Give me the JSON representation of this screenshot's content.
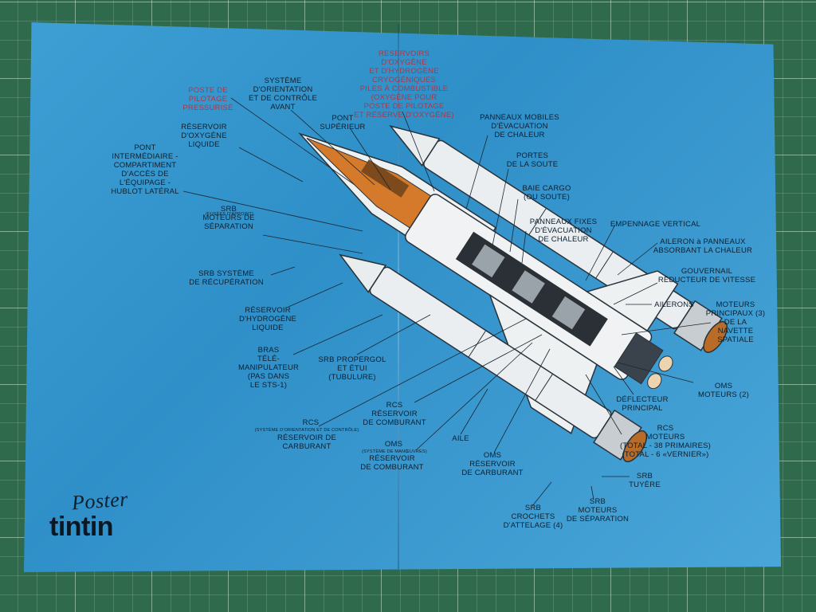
{
  "poster": {
    "brand_top": "Poster",
    "brand_bottom": "tintin",
    "colors": {
      "mat": "#2f6a4c",
      "poster_blue": "#3697cf",
      "label_dark": "#0e1f2e",
      "label_red": "#a83a4a",
      "shuttle_white": "#eef1f2",
      "nozzle_orange": "#d47a2a"
    }
  },
  "labels": {
    "reservoirs_oxygene": "RESERVOIRS\nD'OXYGÈNE\nET D'HYDROGÈNE CRYOGÉNIQUES\nPILES À COMBUSTIBLE\n(OXYGÈNE POUR\nPOSTE DE PILOTAGE\nET RÉSERVE D'OXYGÈNE)",
    "poste_pilotage": "POSTE DE\nPILOTAGE\nPRESSURISÉ",
    "systeme_orientation": "SYSTÈME\nD'ORIENTATION\nET DE CONTRÔLE\nAVANT",
    "pont_superieur": "PONT\nSUPÉRIEUR",
    "panneaux_mobiles": "PANNEAUX MOBILES\nD'ÉVACUATION\nDE CHALEUR",
    "reservoir_oxygene_liquide": "RÉSERVOIR\nD'OXYGÈNE\nLIQUIDE",
    "pont_intermediaire": "PONT\nINTERMÉDIAIRE -\nCOMPARTIMENT\nD'ACCÈS DE\nL'ÉQUIPAGE -\nHUBLOT LATÉRAL",
    "portes_soute": "PORTES\nDE LA SOUTE",
    "baie_cargo": "BAIE CARGO\n(OU SOUTE)",
    "srb_fusees": "(FUSÉES D'APPOINT)",
    "srb_moteurs_sep": "SRB\nMOTEURS DE\nSÉPARATION",
    "panneaux_fixes": "PANNEAUX FIXES\nD'ÉVACUATION\nDE CHALEUR",
    "empennage": "EMPENNAGE VERTICAL",
    "aileron_panneaux": "AILERON à PANNEAUX\nABSORBANT LA CHALEUR",
    "srb_recuperation": "SRB SYSTÈME\nDE RÉCUPÉRATION",
    "gouvernail": "GOUVERNAIL\nRÉDUCTEUR DE VITESSE",
    "reservoir_hydrogene": "RÉSERVOIR\nD'HYDROGÈNE\nLIQUIDE",
    "ailerons": "AILERONS",
    "moteurs_principaux": "MOTEURS\nPRINCIPAUX (3)\nDE LA\nNAVETTE\nSPATIALE",
    "bras": "BRAS\nTÉLÉ-\nMANIPULATEUR\n(PAS DANS\nLE STS-1)",
    "srb_propergol": "SRB PROPERGOL\nET ÉTUI\n(TUBULURE)",
    "oms_moteurs": "OMS\nMOTEURS (2)",
    "deflecteur": "DÉFLECTEUR\nPRINCIPAL",
    "rcs_reservoir_comburant": "RCS\nRÉSERVOIR\nDE COMBURANT",
    "rcs_left_title": "RCS",
    "rcs_left_small": "(SYSTÈME D'ORIENTATION ET DE CONTRÔLE)",
    "rcs_left_body": "RÉSERVOIR DE\nCARBURANT",
    "rcs_moteurs": "RCS\nMOTEURS\n(TOTAL - 38 PRIMAIRES)\n(TOTAL - 6 «VERNIER»)",
    "aile": "AILE",
    "oms_left_title": "OMS",
    "oms_left_small": "(SYSTÈME DE MANŒUVRES)",
    "oms_left_body": "RÉSERVOIR\nDE COMBURANT",
    "oms_reservoir_carburant": "OMS\nRÉSERVOIR\nDE CARBURANT",
    "srb_tuyere": "SRB\nTUYÈRE",
    "srb_crochets": "SRB\nCROCHETS\nD'ATTELAGE (4)",
    "srb_moteurs_sep_bottom": "SRB\nMOTEURS\nDE SÉPARATION"
  }
}
